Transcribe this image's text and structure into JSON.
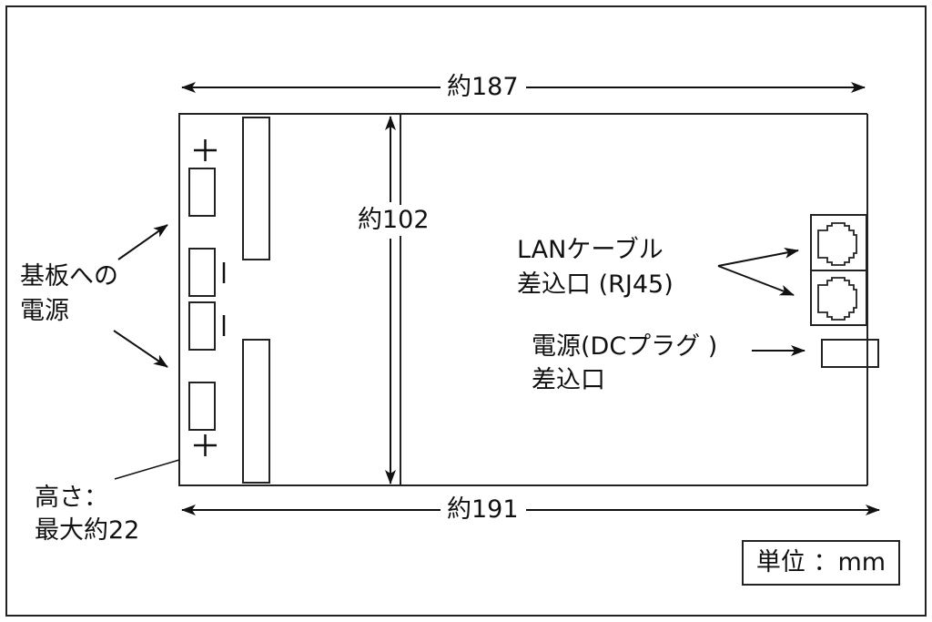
{
  "dimensions": {
    "top_width": "約187",
    "bottom_width": "約191",
    "depth": "約102",
    "height_label_line1": "高さ：",
    "height_label_line2": "最大約22"
  },
  "labels": {
    "board_power_line1": "基板への",
    "board_power_line2": "電源",
    "lan_line1": "LANケーブル",
    "lan_line2": "差込口 (RJ45)",
    "dc_line1": "電源(DCプラグ )",
    "dc_line2": "差込口",
    "plus_top": "+",
    "plus_bottom": "+",
    "minus_1": "|",
    "minus_2": "|"
  },
  "unit": "単位 ：mm",
  "colors": {
    "stroke": "#222222",
    "background": "#ffffff"
  }
}
